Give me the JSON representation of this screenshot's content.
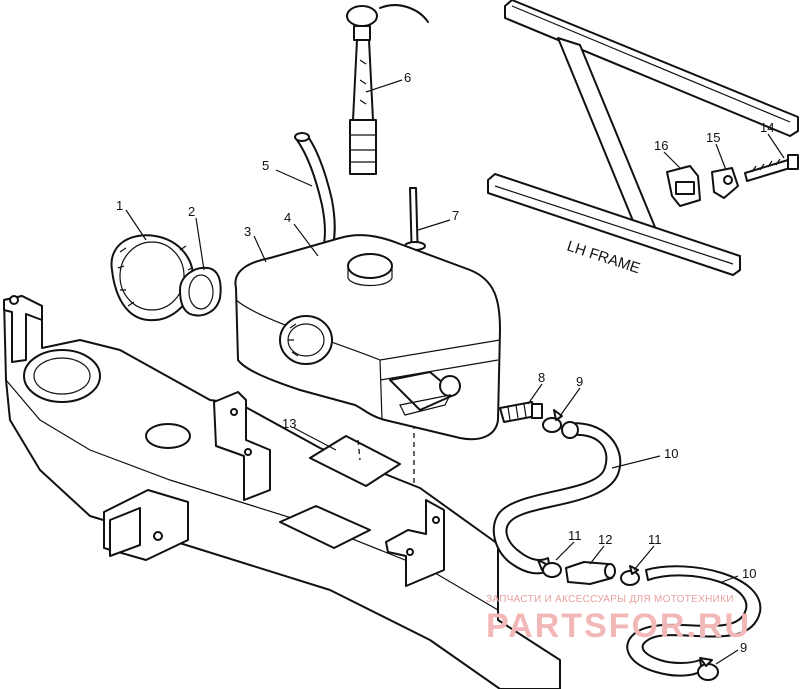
{
  "diagram": {
    "frame_label": "LH FRAME",
    "callouts": {
      "c1": "1",
      "c2": "2",
      "c3": "3",
      "c4": "4",
      "c5": "5",
      "c6": "6",
      "c7": "7",
      "c8": "8",
      "c9a": "9",
      "c10a": "10",
      "c11a": "11",
      "c12": "12",
      "c11b": "11",
      "c10b": "10",
      "c9b": "9",
      "c13": "13",
      "c14": "14",
      "c15": "15",
      "c16": "16"
    }
  },
  "watermark": {
    "line1": "ЗАПЧАСТИ И АКСЕССУАРЫ ДЛЯ МОТОТЕХНИКИ",
    "line2": "PARTSFOR.RU"
  }
}
